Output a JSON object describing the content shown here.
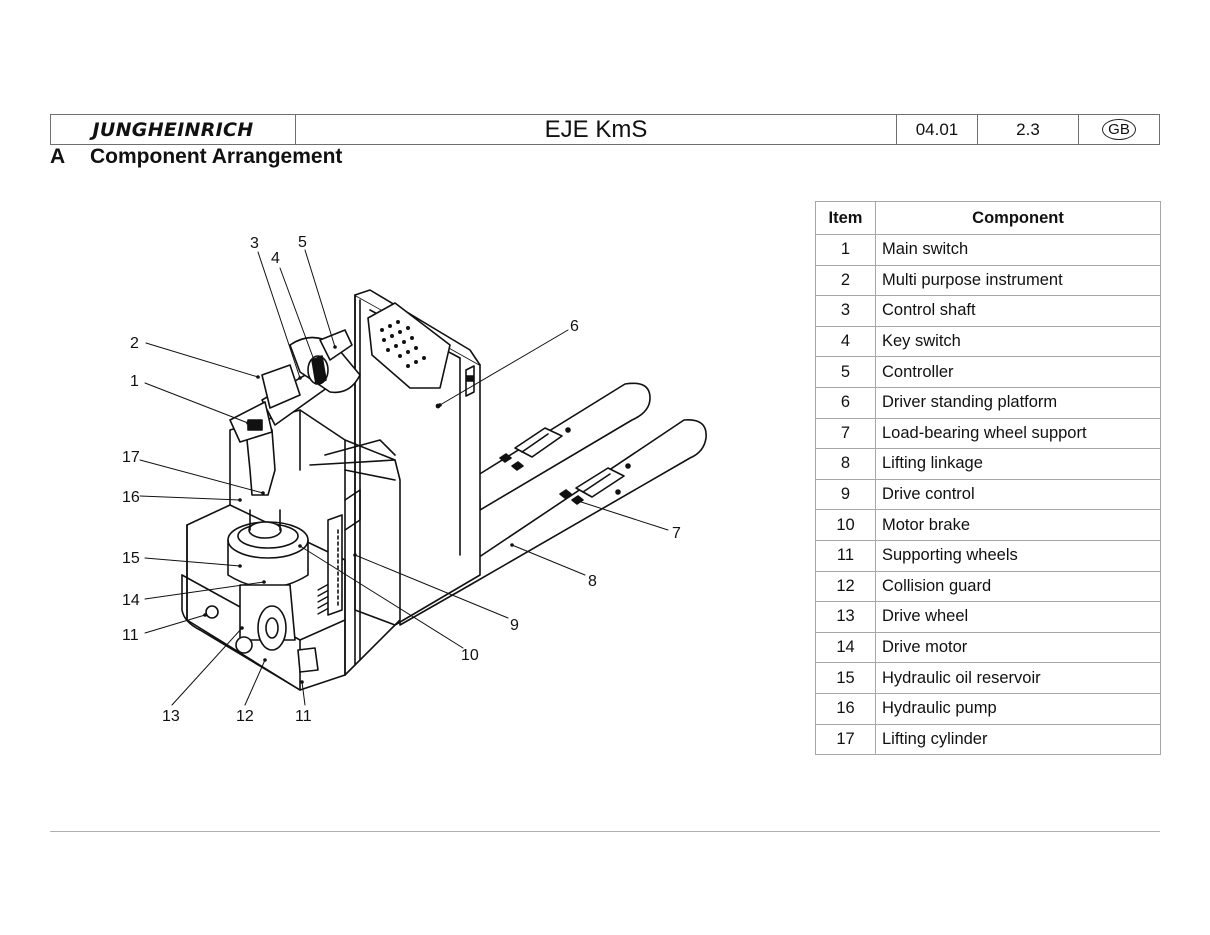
{
  "header": {
    "brand": "JUNGHEINRICH",
    "model": "EJE KmS",
    "date": "04.01",
    "page": "2.3",
    "lang": "GB"
  },
  "section": {
    "letter": "A",
    "title": "Component Arrangement"
  },
  "table": {
    "col_item": "Item",
    "col_component": "Component",
    "rows": [
      {
        "item": "1",
        "component": "Main switch"
      },
      {
        "item": "2",
        "component": "Multi purpose instrument"
      },
      {
        "item": "3",
        "component": "Control shaft"
      },
      {
        "item": "4",
        "component": "Key switch"
      },
      {
        "item": "5",
        "component": "Controller"
      },
      {
        "item": "6",
        "component": "Driver standing platform"
      },
      {
        "item": "7",
        "component": "Load-bearing wheel support"
      },
      {
        "item": "8",
        "component": "Lifting linkage"
      },
      {
        "item": "9",
        "component": "Drive control"
      },
      {
        "item": "10",
        "component": "Motor brake"
      },
      {
        "item": "11",
        "component": "Supporting wheels"
      },
      {
        "item": "12",
        "component": "Collision guard"
      },
      {
        "item": "13",
        "component": "Drive wheel"
      },
      {
        "item": "14",
        "component": "Drive motor"
      },
      {
        "item": "15",
        "component": "Hydraulic oil reservoir"
      },
      {
        "item": "16",
        "component": "Hydraulic pump"
      },
      {
        "item": "17",
        "component": "Lifting cylinder"
      }
    ]
  },
  "callouts": {
    "c1": "1",
    "c2": "2",
    "c3": "3",
    "c4": "4",
    "c5": "5",
    "c6": "6",
    "c7": "7",
    "c8": "8",
    "c9": "9",
    "c10": "10",
    "c11a": "11",
    "c11b": "11",
    "c12": "12",
    "c13": "13",
    "c14": "14",
    "c15": "15",
    "c16": "16",
    "c17": "17"
  }
}
